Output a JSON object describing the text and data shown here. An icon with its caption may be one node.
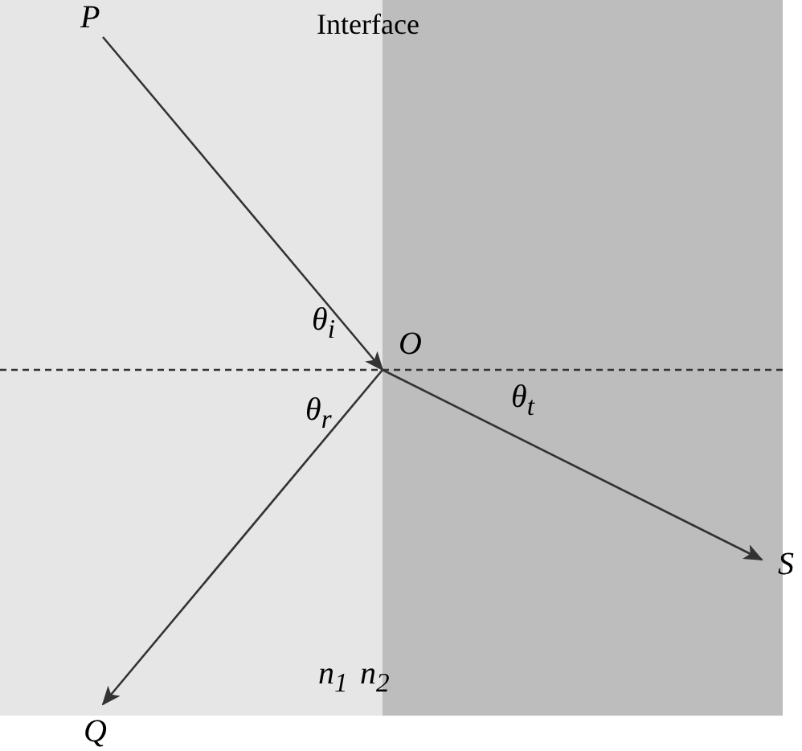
{
  "diagram": {
    "nodes": [
      {
        "text": [
          "P"
        ]
      },
      {
        "text": [
          "O"
        ]
      },
      {
        "text": [
          "Q"
        ]
      },
      {
        "text": [
          "S"
        ]
      }
    ],
    "edges": [
      {
        "from": 0,
        "to": 1,
        "arrow": "to"
      },
      {
        "from": 1,
        "to": 2,
        "arrow": "to"
      },
      {
        "from": 1,
        "to": 3,
        "arrow": "to"
      }
    ],
    "labels": [
      "Interface",
      "θ$_{i}$",
      "θ$_{r}$",
      "θ$_{t}$",
      "n$_{1}$",
      "n$_{2}$"
    ]
  }
}
